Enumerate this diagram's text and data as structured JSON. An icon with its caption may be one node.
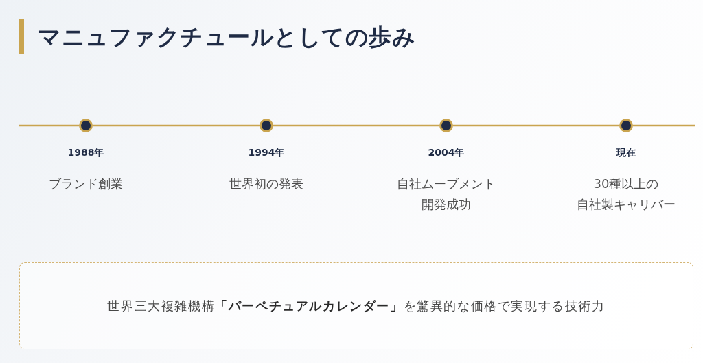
{
  "diagram": {
    "title": "マニュファクチュールとしての歩み",
    "nodes": [
      {
        "text": [],
        "shape": "circle",
        "beside": [
          "1988年",
          "ブランド創業"
        ]
      },
      {
        "text": [],
        "shape": "circle",
        "beside": [
          "1994年",
          "世界初の発表"
        ]
      },
      {
        "text": [],
        "shape": "circle",
        "beside": [
          "2004年",
          "自社ムーブメント開発成功"
        ]
      },
      {
        "text": [],
        "shape": "circle",
        "beside": [
          "現在",
          "30種以上の自社製キャリバー"
        ]
      },
      {
        "text": [
          "世界三大複雑機構**「パーペチュアルカレンダー」**を驚異的な価格で実現する技術力"
        ]
      }
    ],
    "edges": [
      {
        "from": null,
        "to": 0,
        "arrow": "none"
      },
      {
        "from": 0,
        "to": 1,
        "arrow": "none"
      },
      {
        "from": 1,
        "to": 2,
        "arrow": "none"
      },
      {
        "from": 2,
        "to": 3,
        "arrow": "none"
      },
      {
        "from": 3,
        "to": null,
        "arrow": "none"
      }
    ]
  }
}
